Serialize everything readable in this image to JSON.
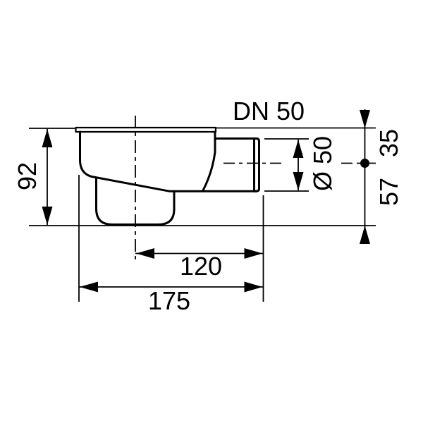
{
  "drawing": {
    "nominal_size_label": "DN 50",
    "dim_total_height": "92",
    "dim_top_to_axis": "35",
    "dim_axis_to_base": "57",
    "dim_outlet_diameter": "Ø 50",
    "dim_axis_to_outlet_end": "120",
    "dim_overall_width": "175",
    "colors": {
      "line": "#000000",
      "background": "#ffffff"
    }
  }
}
